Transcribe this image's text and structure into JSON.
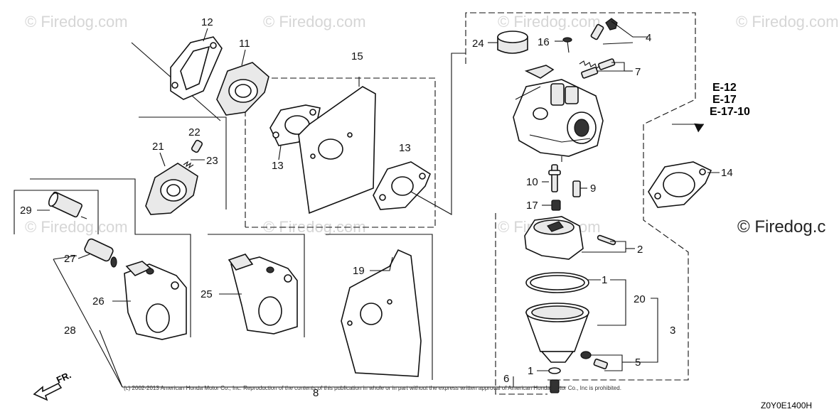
{
  "watermarks": {
    "text": "© Firedog.com",
    "right_text": "© Firedog.c"
  },
  "callouts": {
    "c1": "12",
    "c2": "11",
    "c3": "15",
    "c4": "24",
    "c5": "16",
    "c6": "4",
    "c7": "7",
    "c8": "22",
    "c9": "21",
    "c10": "23",
    "c11": "13",
    "c12": "13",
    "c13": "10",
    "c14": "9",
    "c15": "17",
    "c16": "14",
    "c17": "29",
    "c18": "2",
    "c19": "27",
    "c20": "19",
    "c21": "1",
    "c22": "20",
    "c23": "26",
    "c24": "25",
    "c25": "3",
    "c26": "28",
    "c27": "5",
    "c28": "1",
    "c29": "6",
    "c30": "8"
  },
  "references": [
    "E-12",
    "E-17",
    "E-17-10"
  ],
  "copyright": "(c) 2002-2013 American Honda Motor Co., Inc. Reproduction of the contents of this publication in whole or in part without the express written approval of American Honda Motor Co., Inc is prohibited.",
  "diagram_code": "Z0Y0E1400H",
  "direction_label": "FR."
}
